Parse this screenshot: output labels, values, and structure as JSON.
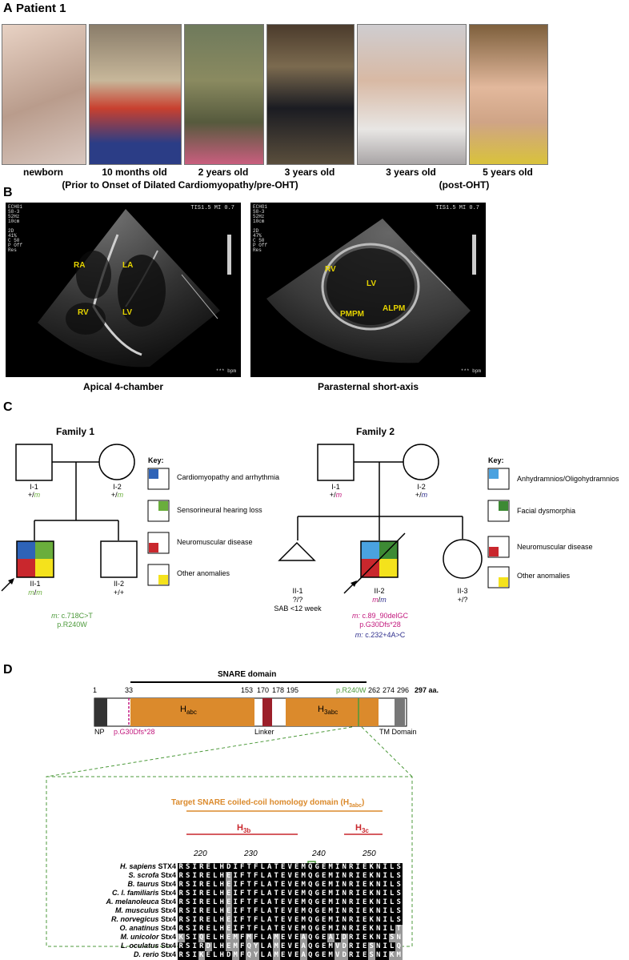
{
  "panelA": {
    "letter": "A",
    "title": "Patient 1",
    "photos": [
      {
        "label": "newborn",
        "name": "photo-newborn"
      },
      {
        "label": "10 months old",
        "name": "photo-10-months"
      },
      {
        "label": "2 years old",
        "name": "photo-2-years"
      },
      {
        "label": "3 years old",
        "name": "photo-3-years-pre"
      },
      {
        "label": "3 years old",
        "name": "photo-3-years-post"
      },
      {
        "label": "5 years old",
        "name": "photo-5-years"
      }
    ],
    "pre_caption": "(Prior to Onset of Dilated Cardiomyopathy/pre-OHT)",
    "post_caption": "(post-OHT)"
  },
  "panelB": {
    "letter": "B",
    "left": {
      "header_left": "ECHO1\nS8-3\n52Hz\n10cm\n\n2D\n41%\nC 50\nP Off\nRes",
      "header_right": "TIS1.5   MI 0.7",
      "labels": [
        "RA",
        "LA",
        "RV",
        "LV"
      ],
      "bpm": "*** bpm",
      "caption": "Apical 4-chamber"
    },
    "right": {
      "header_left": "ECHO1\nS8-3\n52Hz\n10cm\n\n2D\n47%\nC 50\nP Off\nRes",
      "header_right": "TIS1.5   MI 0.7",
      "labels": [
        "RV",
        "LV",
        "PMPM",
        "ALPM"
      ],
      "bpm": "*** bpm",
      "caption": "Parasternal short-axis"
    }
  },
  "panelC": {
    "letter": "C",
    "family1": {
      "title": "Family 1",
      "I1": {
        "id": "I-1",
        "geno_plus": "+/",
        "geno_m": "m"
      },
      "I2": {
        "id": "I-2",
        "geno_plus": "+/",
        "geno_m": "m"
      },
      "II1": {
        "id": "II-1",
        "geno_m1": "m",
        "geno_sep": "/",
        "geno_m2": "m"
      },
      "II2": {
        "id": "II-2",
        "geno": "+/+"
      },
      "variant_m": "m:",
      "variant_c": "c.718C>T",
      "variant_p": "p.R240W",
      "key_title": "Key:",
      "key": [
        "Cardiomyopathy and arrhythmia",
        "Sensorineural hearing loss",
        "Neuromuscular disease",
        "Other anomalies"
      ],
      "colors": {
        "blue": "#2e63b8",
        "green": "#6aae3c",
        "red": "#c9272d",
        "yellow": "#f4e21c"
      }
    },
    "family2": {
      "title": "Family 2",
      "I1": {
        "id": "I-1",
        "geno_plus": "+/",
        "geno_m": "m"
      },
      "I2": {
        "id": "I-2",
        "geno_plus": "+/",
        "geno_m": "m"
      },
      "II1": {
        "id": "II-1",
        "geno": "?/?",
        "note": "SAB <12 week"
      },
      "II2": {
        "id": "II-2",
        "geno_m1": "m",
        "geno_sep": "/",
        "geno_m2": "m"
      },
      "II3": {
        "id": "II-3",
        "geno": "+/?"
      },
      "variant1_m": "m:",
      "variant1_c": "c.89_90delGC",
      "variant1_p": "p.G30Dfs*28",
      "variant2_m": "m:",
      "variant2_c": "c.232+4A>C",
      "key_title": "Key:",
      "key": [
        "Anhydramnios/Oligohydramnios",
        "Facial dysmorphia",
        "Neuromuscular disease",
        "Other anomalies"
      ],
      "colors": {
        "blue": "#4aa2e0",
        "green": "#3d8a34",
        "red": "#c9272d",
        "yellow": "#f4e21c",
        "magenta": "#c2187d",
        "navy": "#2e2e8c"
      }
    }
  },
  "panelD": {
    "letter": "D",
    "snare_label": "SNARE domain",
    "positions": [
      "1",
      "33",
      "153",
      "170",
      "178",
      "195",
      "262",
      "274",
      "296",
      "297 aa."
    ],
    "variant_label": "p.R240W",
    "habc": "H",
    "habc_sub": "abc",
    "h3abc": "H",
    "h3abc_sub": "3abc",
    "np_label": "NP",
    "g30_label": "p.G30Dfs*28",
    "linker_label": "Linker",
    "tm_label": "TM Domain",
    "zoom_title": "Target SNARE coiled-coil homology domain (H",
    "zoom_title_sub": "3abc",
    "zoom_title_end": ")",
    "h3b": "H",
    "h3b_sub": "3b",
    "h3c": "H",
    "h3c_sub": "3c",
    "ticks": [
      "220",
      "230",
      "240",
      "250"
    ],
    "alignment": [
      {
        "species": "H. sapiens",
        "gene": "STX4",
        "seq": "RSIRELHDIFTFLATEVEMQGEMINRIEKNILS"
      },
      {
        "species": "S. scrofa",
        "gene": "Stx4",
        "seq": "RSIRELHEIFTFLATEVEMQGEMINRIEKNILS"
      },
      {
        "species": "B. taurus",
        "gene": "Stx4",
        "seq": "RSIRELHEIFTFLATEVEMQGEMINRIEKNILS"
      },
      {
        "species": "C. l. familiaris",
        "gene": "Stx4",
        "seq": "RSIRELHEIFTFLATEVEMQGEMINRIEKNILS"
      },
      {
        "species": "A. melanoleuca",
        "gene": "Stx4",
        "seq": "RSIRELHEIFTFLATEVEMQGEMINRIEKNILS"
      },
      {
        "species": "M. musculus",
        "gene": "Stx4",
        "seq": "RSIRELHEIFTFLATEVEMQGEMINRIEKNILS"
      },
      {
        "species": "R. norvegicus",
        "gene": "Stx4",
        "seq": "RSIRELHEIFTFLATEVEMQGEMINRIEKNILS"
      },
      {
        "species": "O. anatinus",
        "gene": "Stx4",
        "seq": "RSIRELHEIFTFLATEVEMQGEMINRIEKNILT"
      },
      {
        "species": "M. unicolor",
        "gene": "Stx4",
        "seq": "KSIQELHEMFMFLAMEVEAQGEAIDRIEKNISN"
      },
      {
        "species": "L. oculatus",
        "gene": "Stx4",
        "seq": "RSIRDLHEMFQYLAMEVEAQGEMVDRIESNILQ"
      },
      {
        "species": "D. rerio",
        "gene": "Stx4",
        "seq": "RSIKELHDMFQYLAMEVEAQGEMVDRIESNIKM"
      }
    ]
  }
}
